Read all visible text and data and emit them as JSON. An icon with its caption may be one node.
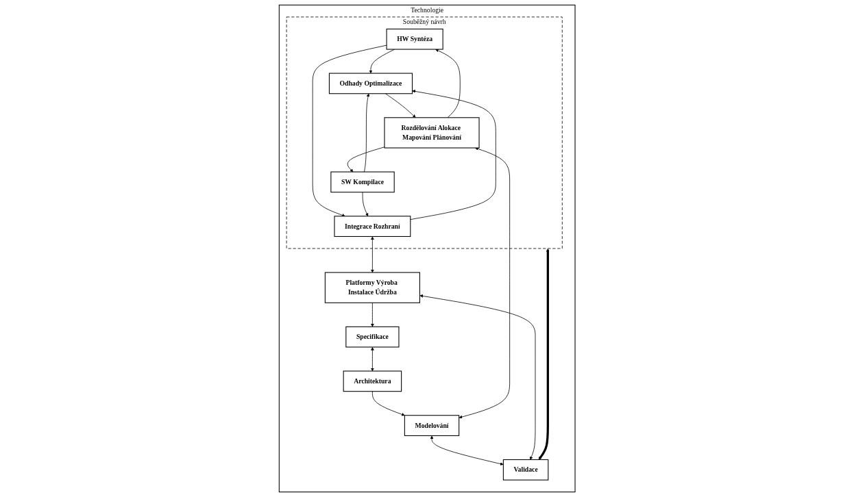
{
  "diagram": {
    "nodes": [
      {
        "text": [
          "Technologie"
        ]
      },
      {
        "text": [
          "Specifikace"
        ],
        "in": 0
      },
      {
        "text": [
          "Architektura"
        ],
        "in": 0
      },
      {
        "text": [
          "Modelování"
        ],
        "in": 0
      },
      {
        "text": [
          "Souběžný návrh"
        ],
        "in": 0
      },
      {
        "text": [
          "HW Syntéza"
        ],
        "in": 4
      },
      {
        "text": [
          "Rozdělování Alokace Mapování Plánování"
        ],
        "in": 4
      },
      {
        "text": [
          "Odhady Optimalizace"
        ],
        "in": 4
      },
      {
        "text": [
          "Integrace Rozhraní"
        ],
        "in": 4
      },
      {
        "text": [
          "SW Kompilace"
        ],
        "in": 4
      },
      {
        "text": [
          "Platformy Výroba Instalace Údržba"
        ],
        "in": 0
      },
      {
        "text": [
          "Validace"
        ],
        "in": 0
      }
    ],
    "edges": [
      {
        "from": 1,
        "to": 2,
        "arrow": "both"
      },
      {
        "from": 2,
        "to": 3,
        "arrow": "to"
      },
      {
        "from": 3,
        "to": 6,
        "arrow": "both"
      },
      {
        "from": 6,
        "to": 5,
        "arrow": "to"
      },
      {
        "from": 5,
        "to": 7,
        "arrow": "to"
      },
      {
        "from": 5,
        "to": 8,
        "arrow": "to"
      },
      {
        "from": 7,
        "to": 6,
        "arrow": "to"
      },
      {
        "from": 8,
        "to": 7,
        "arrow": "to"
      },
      {
        "from": 8,
        "to": 10,
        "arrow": "both"
      },
      {
        "from": 6,
        "to": 9,
        "arrow": "to"
      },
      {
        "from": 9,
        "to": 7,
        "arrow": "to"
      },
      {
        "from": 9,
        "to": 8,
        "arrow": "to"
      },
      {
        "from": 10,
        "to": 1,
        "arrow": "to"
      },
      {
        "from": 3,
        "to": 11,
        "arrow": "both"
      },
      {
        "from": 10,
        "to": 11,
        "arrow": "both"
      },
      {
        "from": 4,
        "to": 11,
        "arrow": "both",
        "style": "thick"
      }
    ]
  }
}
